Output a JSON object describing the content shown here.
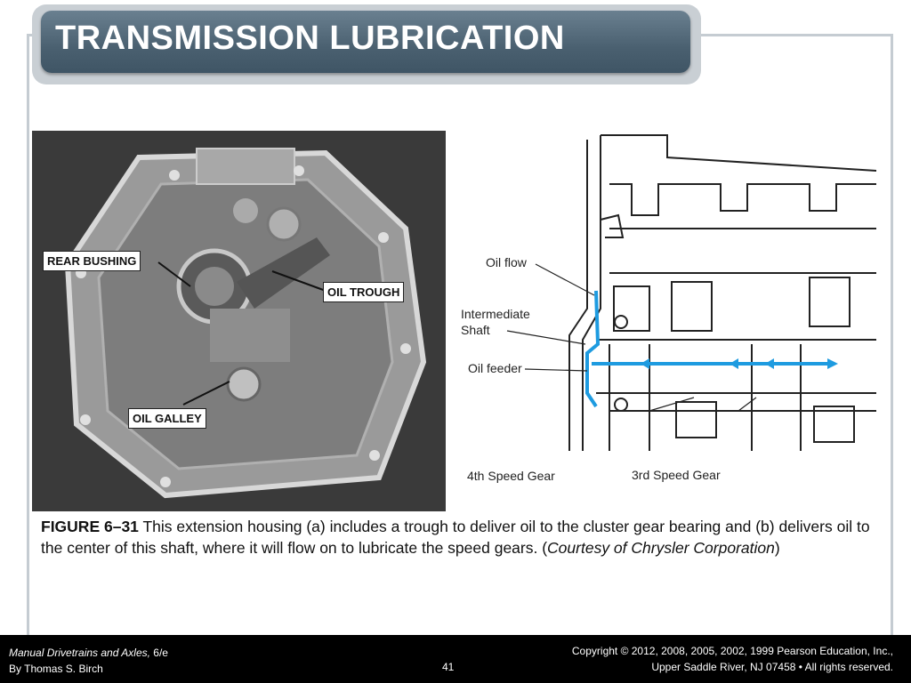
{
  "slide": {
    "title": "TRANSMISSION LUBRICATION",
    "caption_figure": "FIGURE 6–31",
    "caption_text": " This extension housing (a) includes a trough to deliver oil to the cluster gear bearing and (b) delivers oil to the center of this shaft, where it will flow on to lubricate the speed gears. (",
    "caption_courtesy": "Courtesy of Chrysler Corporation",
    "caption_end": ")"
  },
  "photo": {
    "labels": {
      "rear_bushing": "REAR BUSHING",
      "oil_trough": "OIL TROUGH",
      "oil_galley": "OIL GALLEY"
    }
  },
  "diagram": {
    "labels": {
      "oil_flow": "Oil flow",
      "intermediate_1": "Intermediate",
      "intermediate_2": "Shaft",
      "oil_feeder": "Oil feeder",
      "fourth_gear": "4th Speed Gear",
      "third_gear": "3rd Speed Gear"
    },
    "flow_color": "#1e9be0"
  },
  "footer": {
    "book_title": "Manual Drivetrains and Axles,",
    "edition": " 6/e",
    "author": "By Thomas S. Birch",
    "page_number": "41",
    "copyright_line1": "Copyright © 2012, 2008, 2005, 2002, 1999 Pearson Education, Inc.,",
    "copyright_line2": "Upper Saddle River, NJ 07458 • All rights reserved."
  }
}
